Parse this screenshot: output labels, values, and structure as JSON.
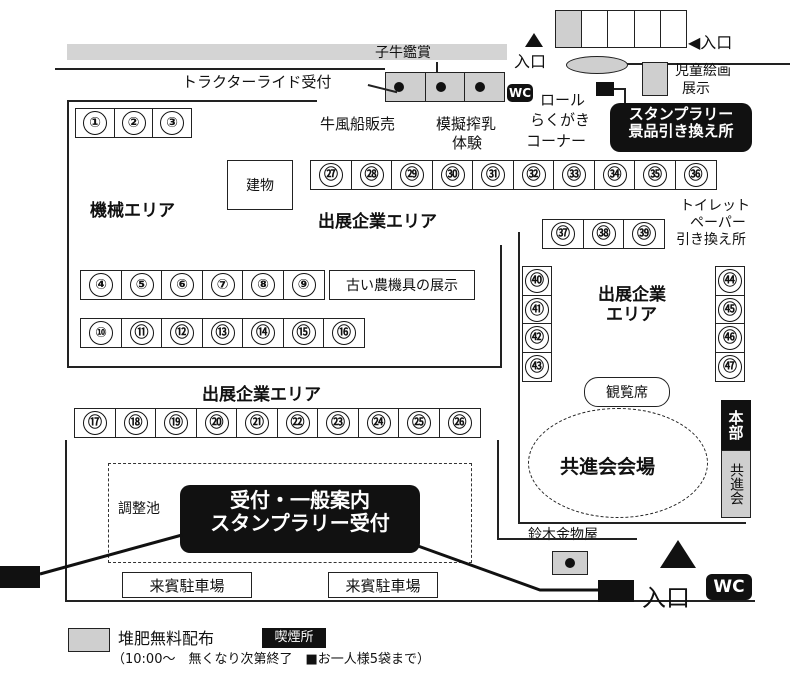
{
  "entrance_label": "入口",
  "entrance_top_left": "入口",
  "entrance_arrow_label": "◀入口",
  "wc": "WC",
  "areas": {
    "kikai": "機械エリア",
    "shutten_center": "出展企業エリア",
    "shutten_right_l1": "出展企業",
    "shutten_right_l2": "エリア",
    "shutten_bottom": "出展企業エリア",
    "kyoshin": "共進会会場"
  },
  "labels": {
    "koushi": "子牛鑑賞",
    "tractor": "トラクターライド受付",
    "fusen": "牛風船販売",
    "mogi_l1": "模擬搾乳",
    "mogi_l2": "体験",
    "roll_l1": "ロール",
    "roll_l2": "らくがき",
    "roll_l3": "コーナー",
    "jidou_l1": "児童絵画",
    "jidou_l2": "展示",
    "stamp_prize_l1": "スタンプラリー",
    "stamp_prize_l2": "景品引き換え所",
    "tatemono": "建物",
    "toilet_l1": "トイレット",
    "toilet_l2": "ペーパー",
    "toilet_l3": "引き換え所",
    "furui": "古い農機具の展示",
    "kanranseki": "観覧席",
    "honbu": "本部",
    "kyoshinkai": "共進会",
    "suzuki": "鈴木金物屋",
    "chousei": "調整池",
    "reception_l1": "受付・一般案内",
    "reception_l2": "スタンプラリー受付",
    "raihin1": "来賓駐車場",
    "raihin2": "来賓駐車場"
  },
  "booths": {
    "row_a": [
      "①",
      "②",
      "③"
    ],
    "row_top": [
      "㉗",
      "㉘",
      "㉙",
      "㉚",
      "㉛",
      "㉜",
      "㉝",
      "㉞",
      "㉟",
      "㊱"
    ],
    "row_37": [
      "㊲",
      "㊳",
      "㊴"
    ],
    "row_4": [
      "④",
      "⑤",
      "⑥",
      "⑦",
      "⑧",
      "⑨"
    ],
    "row_10": [
      "⑩",
      "⑪",
      "⑫",
      "⑬",
      "⑭",
      "⑮",
      "⑯"
    ],
    "row_17": [
      "⑰",
      "⑱",
      "⑲",
      "⑳",
      "㉑",
      "㉒",
      "㉓",
      "㉔",
      "㉕",
      "㉖"
    ],
    "col_40": [
      "㊵",
      "㊶",
      "㊷",
      "㊸"
    ],
    "col_44": [
      "㊹",
      "㊺",
      "㊻",
      "㊼"
    ]
  },
  "legend": {
    "compost": "堆肥無料配布",
    "smoking": "喫煙所",
    "note": "（10:00～　無くなり次第終了　■お一人様5袋まで）"
  }
}
